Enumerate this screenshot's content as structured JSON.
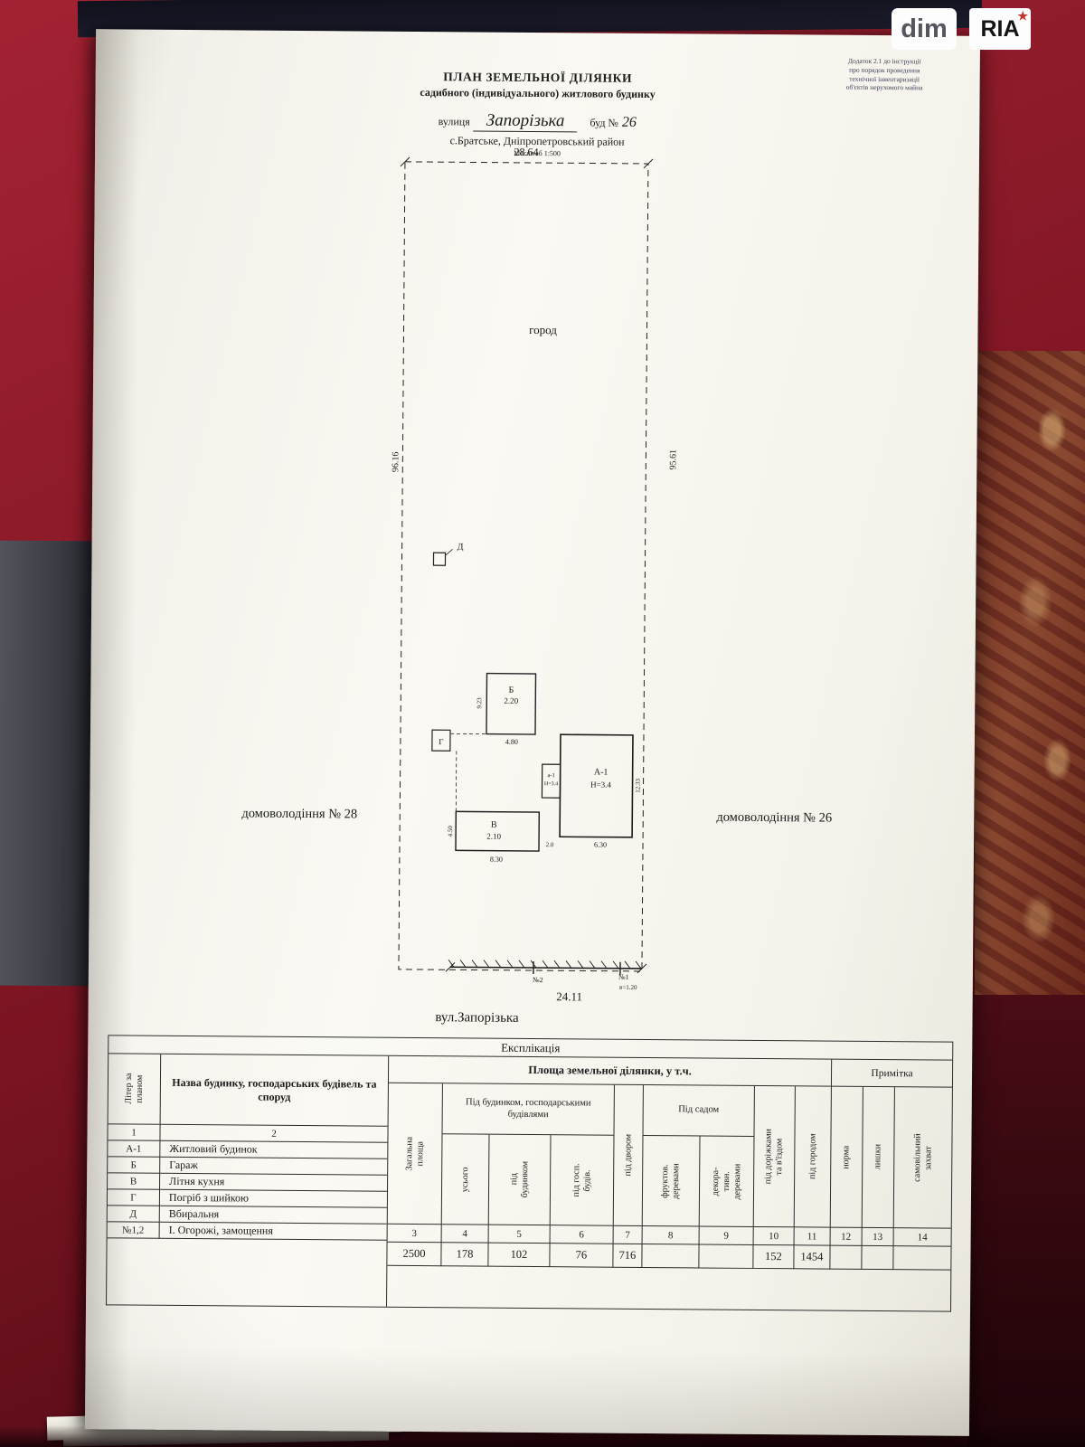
{
  "watermark": {
    "dim": "dim",
    "ria": "RIA"
  },
  "icons": {
    "ria_star": "★"
  },
  "note_lines": [
    "Додаток 2.1 до інструкції",
    "про порядок проведення",
    "технічної інвентаризації",
    "об'єктів нерухомого майна"
  ],
  "header": {
    "title1": "ПЛАН ЗЕМЕЛЬНОЇ ДІЛЯНКИ",
    "title2": "садибного (індивідуального) житлового будинку",
    "street_label": "вулиця",
    "street_value": "Запорізька",
    "house_label": "буд №",
    "house_value": "26",
    "location": "с.Братське, Дніпропетровський район",
    "scale": "Масштаб 1:500"
  },
  "plan": {
    "dim_top": "28.64",
    "dim_left": "96.16",
    "dim_right": "95.61",
    "garden": "город",
    "label_d": "Д",
    "bldg_b": {
      "liter": "Б",
      "h": "2.20",
      "w": "4.80",
      "side": "9.23"
    },
    "bldg_g": {
      "liter": "Г"
    },
    "bldg_a": {
      "liter": "А-1",
      "h": "Н=3.4",
      "side": "12.33"
    },
    "annex": {
      "liter": "а-1",
      "h": "Н=3.4"
    },
    "bldg_v": {
      "liter": "В",
      "h": "2.10",
      "w": "8.30",
      "side": "4.50"
    },
    "dim_seg1": "2.0",
    "dim_seg2": "6.30",
    "gate2": "№2",
    "gate1": "№1",
    "gate_h": "в=1.20",
    "dim_bottom": "24.11",
    "street": "вул.Запорізька",
    "neighbor_left": "домоволодіння № 28",
    "neighbor_right": "домоволодіння № 26"
  },
  "table": {
    "title": "Експлікація",
    "col1_header": "Літер за\nпланом",
    "col2_header": "Назва будинку, господарських будівель та споруд",
    "area_header": "Площа земельної ділянки, у т.ч.",
    "note_header": "Примітка",
    "under_building_header": "Під будинком, господарськими будівлями",
    "garden_header": "Під садом",
    "col_headers": {
      "total": "Загальна\nплоща",
      "total_all": "усього",
      "under_house": "під\nбудинком",
      "under_hosp": "під госп.\nбудів.",
      "yard": "під двором",
      "fruit": "фруктов.\nдеревами",
      "decor": "декора-\nтивн.\nдеревами",
      "paths": "під доріжками\nта в'їздом",
      "garden": "під городом",
      "norm": "норма",
      "excess": "лишки",
      "seizure": "самовільний\nзахват"
    },
    "numbering_left": [
      "1",
      "2"
    ],
    "numbering_right": [
      "3",
      "4",
      "5",
      "6",
      "7",
      "8",
      "9",
      "10",
      "11",
      "12",
      "13",
      "14"
    ],
    "rows": [
      {
        "liter": "А-1",
        "name": "Житловий будинок"
      },
      {
        "liter": "Б",
        "name": "Гараж"
      },
      {
        "liter": "В",
        "name": "Літня кухня"
      },
      {
        "liter": "Г",
        "name": "Погріб з шийкою"
      },
      {
        "liter": "Д",
        "name": "Вбиральня"
      },
      {
        "liter": "№1,2",
        "name": "І. Огорожі, замощення"
      }
    ],
    "values": [
      "2500",
      "178",
      "102",
      "76",
      "716",
      "",
      "",
      "152",
      "1454",
      "",
      "",
      ""
    ]
  }
}
